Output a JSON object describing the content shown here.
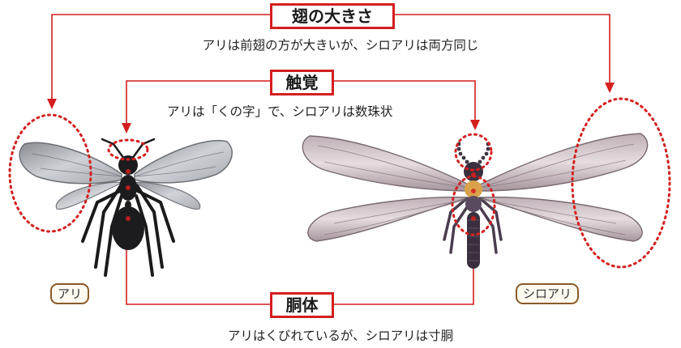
{
  "labels": {
    "wing": {
      "title": "翅の大きさ",
      "desc": "アリは前翅の方が大きいが、シロアリは両方同じ"
    },
    "antenna": {
      "title": "触覚",
      "desc": "アリは「くの字」で、シロアリは数珠状"
    },
    "body": {
      "title": "胴体",
      "desc": "アリはくびれているが、シロアリは寸胴"
    }
  },
  "insects": {
    "ant": "アリ",
    "termite": "シロアリ"
  },
  "colors": {
    "accent": "#d41f1f",
    "tag_border": "#8a5a28"
  }
}
